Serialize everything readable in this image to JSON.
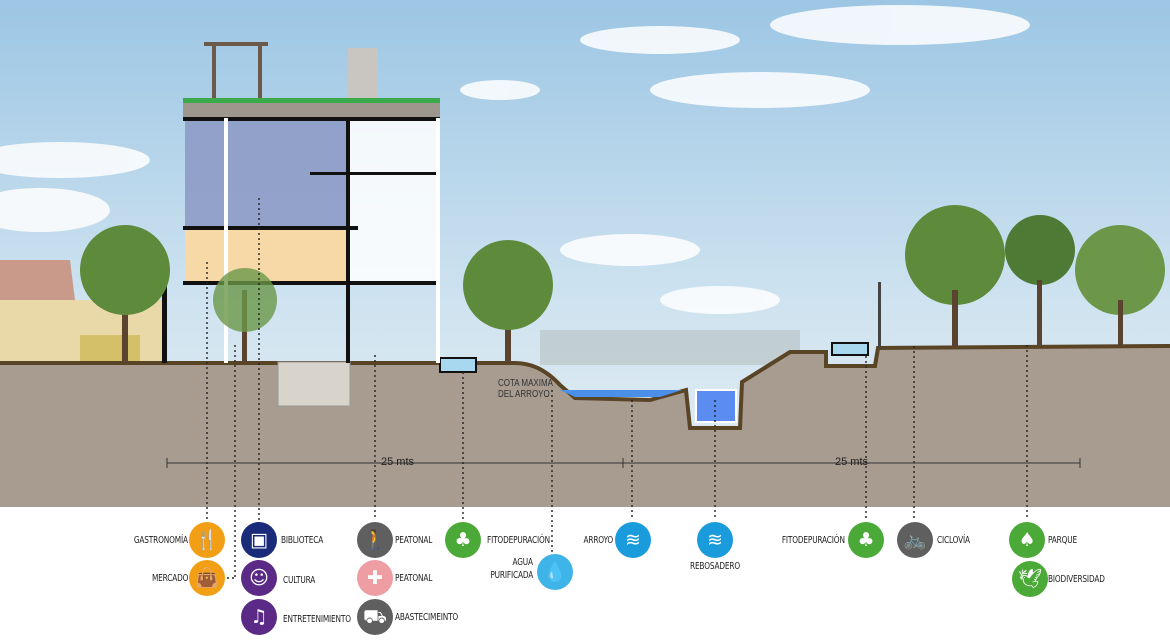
{
  "dimensions": {
    "left": "25 mts",
    "right": "25 mts"
  },
  "annotation": {
    "line1": "COTA MAXIMA",
    "line2": "DEL ARROYO"
  },
  "legend": {
    "gastronomia": {
      "label": "GASTRONOMÍA",
      "icon": "fork-spoon-icon",
      "color": "#F29F16"
    },
    "mercado": {
      "label": "MERCADO",
      "icon": "shopping-bag-icon",
      "color": "#F29F16"
    },
    "biblioteca": {
      "label": "BIBLIOTECA",
      "icon": "book-icon",
      "color": "#1A2B7A"
    },
    "cultura": {
      "label": "CULTURA",
      "icon": "theater-masks-icon",
      "color": "#5B2A86"
    },
    "entretenimiento": {
      "label": "ENTRETENIMIENTO",
      "icon": "music-note-icon",
      "color": "#5B2A86"
    },
    "peatonal": {
      "label": "PEATONAL",
      "icon": "pedestrian-icon",
      "color": "#5F5F5F"
    },
    "peatonal_ambulance": {
      "label": "PEATONAL",
      "icon": "ambulance-icon",
      "color": "#EE9DA3"
    },
    "abastecimiento": {
      "label": "ABASTECIMEINTO",
      "icon": "truck-icon",
      "color": "#5F5F5F"
    },
    "fitodepuracion": {
      "label": "FITODEPURACIÓN",
      "icon": "plant-water-icon",
      "color": "#4BAA37"
    },
    "agua": {
      "label_line1": "AGUA",
      "label_line2": "PURIFICADA",
      "icon": "water-drop-icon",
      "color": "#3FB4E8"
    },
    "arroyo": {
      "label": "ARROYO",
      "icon": "waves-icon",
      "color": "#1A9CDC"
    },
    "rebosadero": {
      "label": "REBOSADERO",
      "icon": "waves-icon",
      "color": "#1A9CDC"
    },
    "fitodepuracion2": {
      "label": "FITODEPURACIÓN",
      "icon": "plant-water-icon",
      "color": "#4BAA37"
    },
    "ciclovia": {
      "label": "CICLOVÍA",
      "icon": "bicycle-icon",
      "color": "#5F5F5F"
    },
    "parque": {
      "label": "PARQUE",
      "icon": "trees-icon",
      "color": "#4BAA37"
    },
    "biodiversidad": {
      "label": "BIODIVERSIDAD",
      "icon": "bird-icon",
      "color": "#4BAA37"
    }
  }
}
